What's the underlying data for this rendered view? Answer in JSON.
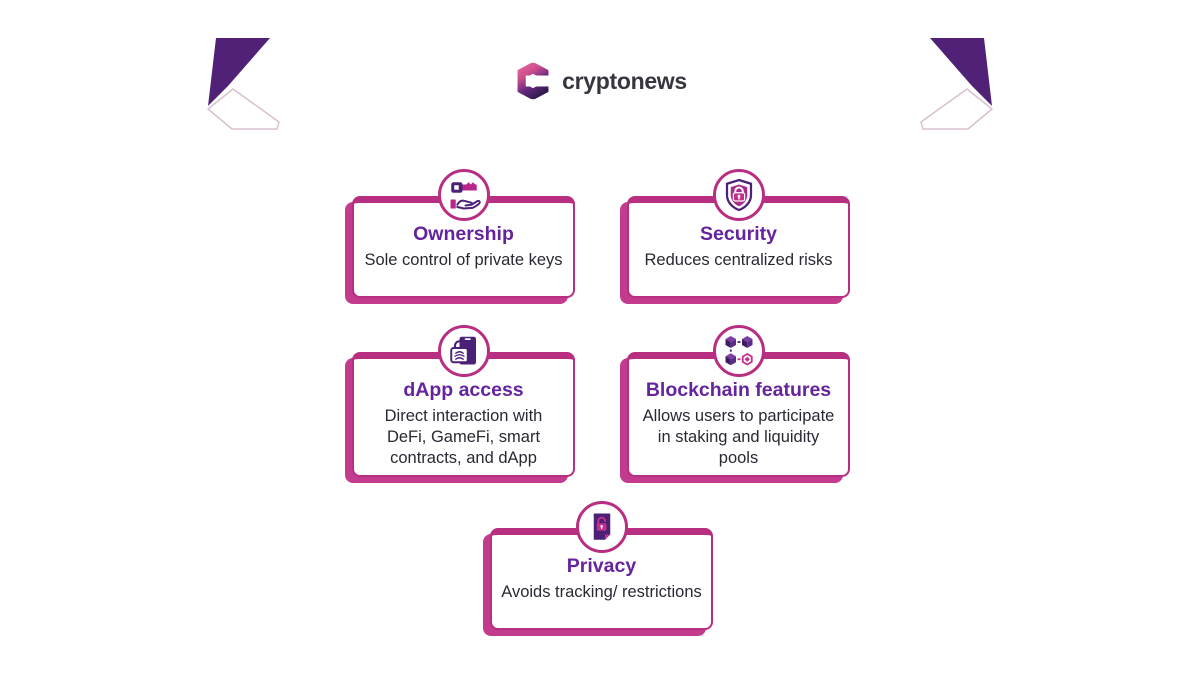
{
  "page": {
    "background": "#ffffff",
    "accent_magenta": "#b82f81",
    "accent_purple": "#65249e",
    "body_text_color": "#2a2833"
  },
  "brand": {
    "name": "cryptonews",
    "logo_icon": "cryptonews-hexagon-c-logo",
    "logo_pink": "#ee6da6",
    "logo_dark_purple": "#311a4d",
    "text_color": "#38353e"
  },
  "decorations": {
    "left_ribbon": "purple-corner-ribbon",
    "right_ribbon": "purple-corner-ribbon-mirrored",
    "ribbon_color": "#512178",
    "ribbon_outline": "#d9c2d0"
  },
  "cards": [
    {
      "id": "ownership",
      "title": "Ownership",
      "description": "Sole control of private keys",
      "icon": "key-in-hand-icon"
    },
    {
      "id": "security",
      "title": "Security",
      "description": "Reduces centralized risks",
      "icon": "shield-lock-icon"
    },
    {
      "id": "dapp-access",
      "title": "dApp access",
      "description": "Direct interaction with DeFi, GameFi, smart contracts, and dApp",
      "icon": "device-fingerprint-lock-icon"
    },
    {
      "id": "blockchain-features",
      "title": "Blockchain features",
      "description": "Allows users to participate in staking and liquidity pools",
      "icon": "linked-blocks-icon"
    },
    {
      "id": "privacy",
      "title": "Privacy",
      "description": "Avoids tracking/ restrictions",
      "icon": "document-unlock-icon"
    }
  ]
}
